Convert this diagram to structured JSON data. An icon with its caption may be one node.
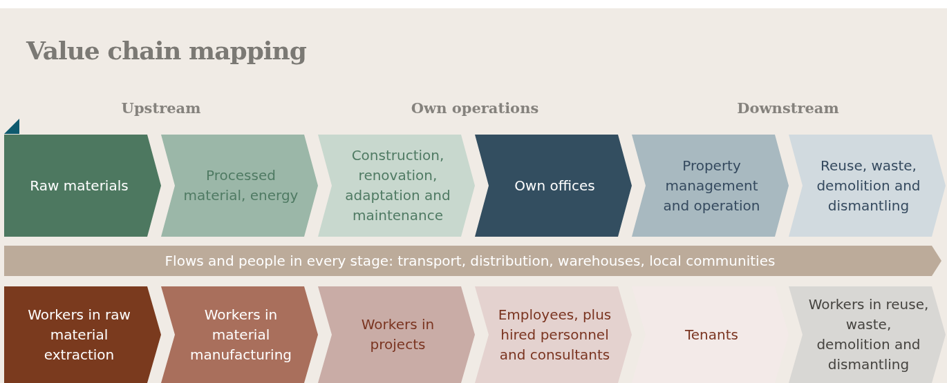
{
  "diagram": {
    "title": "Value chain mapping",
    "nodes": [
      {
        "text": [
          "Raw materials"
        ]
      },
      {
        "text": [
          "Processed material, energy"
        ]
      },
      {
        "text": [
          "Construction, renovation, adaptation and maintenance"
        ]
      },
      {
        "text": [
          "Own offices"
        ]
      },
      {
        "text": [
          "Property management and operation"
        ]
      },
      {
        "text": [
          "Reuse, waste, demolition and dismantling"
        ]
      },
      {
        "text": [
          "Flows and people in every stage: transport, distribution, warehouses, local communities"
        ]
      },
      {
        "text": [
          "Workers in raw material extraction"
        ]
      },
      {
        "text": [
          "Workers in material manufacturing"
        ]
      },
      {
        "text": [
          "Workers in projects"
        ]
      },
      {
        "text": [
          "Employees, plus hired personnel and consultants"
        ]
      },
      {
        "text": [
          "Tenants"
        ]
      },
      {
        "text": [
          "Workers in reuse, waste, demolition and dismantling"
        ]
      }
    ],
    "labels": [
      "Upstream",
      "Own operations",
      "Downstream"
    ]
  }
}
